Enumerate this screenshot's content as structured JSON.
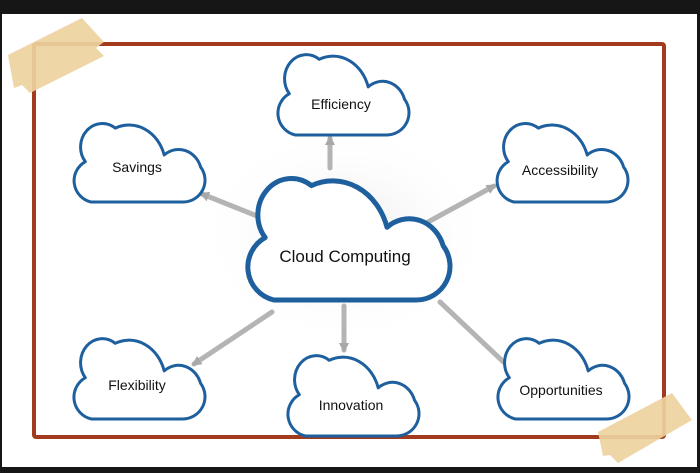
{
  "diagram": {
    "center": {
      "label": "Cloud Computing"
    },
    "nodes": [
      {
        "id": "efficiency",
        "label": "Efficiency"
      },
      {
        "id": "savings",
        "label": "Savings"
      },
      {
        "id": "accessibility",
        "label": "Accessibility"
      },
      {
        "id": "flexibility",
        "label": "Flexibility"
      },
      {
        "id": "innovation",
        "label": "Innovation"
      },
      {
        "id": "opportunities",
        "label": "Opportunities"
      }
    ]
  },
  "colors": {
    "frame_border": "#a23a1d",
    "cloud_outline": "#1e5f9e",
    "arrow": "#b4b4b4",
    "tape": "#edd3a0",
    "background": "#161616",
    "canvas": "#ffffff"
  },
  "icons": {
    "tape": "masking-tape-strip",
    "arrow": "connector-arrow",
    "cloud": "cloud-shape"
  }
}
